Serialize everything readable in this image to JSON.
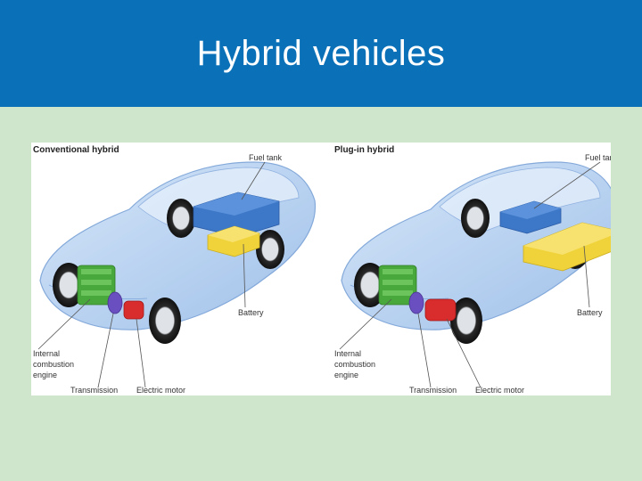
{
  "slide": {
    "title": "Hybrid vehicles"
  },
  "colors": {
    "header": "#0a71b8",
    "background": "#cfe6cd",
    "car_body": "#a9c9ef",
    "fuel_tank": "#3d77c7",
    "battery": "#f0d23a",
    "engine": "#49a83b",
    "transmission": "#6a4fc0",
    "electric_motor": "#d92c2c"
  },
  "panels": [
    {
      "label": "Conventional hybrid",
      "fuel_tank": "Fuel tank",
      "battery": "Battery",
      "engine": [
        "Internal",
        "combustion",
        "engine"
      ],
      "transmission": "Transmission",
      "electric_motor": "Electric motor"
    },
    {
      "label": "Plug-in hybrid",
      "fuel_tank": "Fuel tank",
      "battery": "Battery",
      "engine": [
        "Internal",
        "combustion",
        "engine"
      ],
      "transmission": "Transmission",
      "electric_motor": "Electric motor"
    }
  ]
}
